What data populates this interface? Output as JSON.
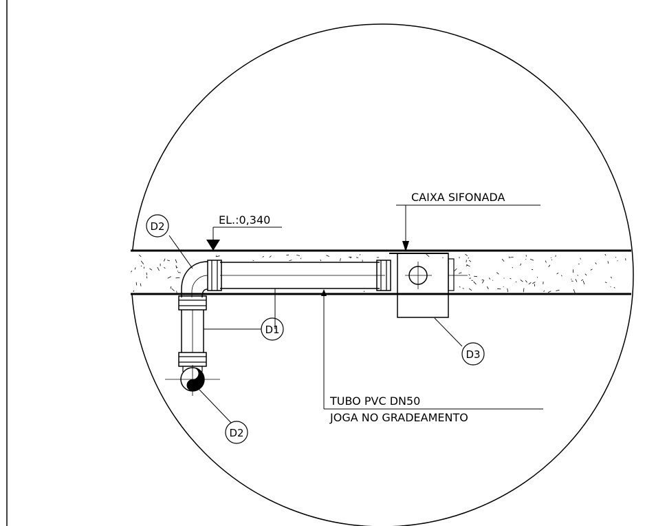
{
  "labels": {
    "elevation": "EL.:0,340",
    "box": "CAIXA SIFONADA",
    "pipe_line1": "TUBO PVC DN50",
    "pipe_line2": "JOGA NO GRADEAMENTO"
  },
  "tags": {
    "elbow": "D2",
    "vertical_pipe": "D1",
    "box": "D3",
    "bottom_elbow": "D2"
  }
}
